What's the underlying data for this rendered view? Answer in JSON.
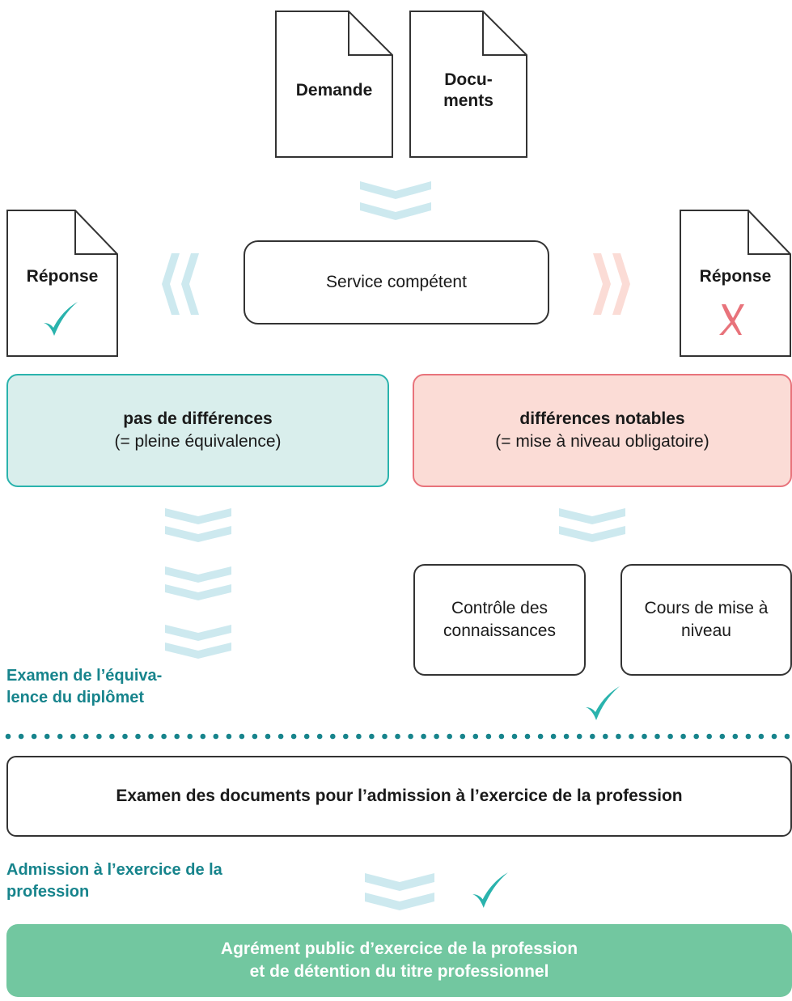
{
  "colors": {
    "teal_accent": "#2ab3ad",
    "teal_fill": "#d9eeec",
    "red_accent": "#e8737b",
    "red_fill": "#fbdcd6",
    "light_chevron": "#cde9ef",
    "pink_chevron": "#fbdcd6",
    "green_banner": "#72c7a0",
    "section_label": "#17848c"
  },
  "documents": {
    "demande": "Demande",
    "documents_line1": "Docu-",
    "documents_line2": "ments",
    "response_left": "Réponse",
    "response_right": "Réponse"
  },
  "service": {
    "label": "Service compétent"
  },
  "outcome_left": {
    "title": "pas de différences",
    "subtitle": "(= pleine équivalence)"
  },
  "outcome_right": {
    "title": "différences notables",
    "subtitle": "(= mise à niveau obligatoire)"
  },
  "measures": {
    "control_line1": "Contrôle des",
    "control_line2": "connaissances",
    "course_line1": "Cours de mise à",
    "course_line2": "niveau"
  },
  "sections": {
    "exam_equivalence_line1": "Examen de l’équiva-",
    "exam_equivalence_line2": "lence du diplômet",
    "admission_line1": "Admission à l’exercice de la",
    "admission_line2": "profession"
  },
  "exam_documents": {
    "label": "Examen des documents pour l’admission à l’exercice de la profession"
  },
  "final": {
    "line1": "Agrément public d’exercice de la profession",
    "line2": "et de détention du titre professionnel"
  },
  "icons": {
    "check_mark": "check-icon",
    "cross_mark": "cross-icon",
    "chevron_down": "chevron-down-icon",
    "chevron_left": "chevron-left-icon",
    "chevron_right": "chevron-right-icon"
  }
}
